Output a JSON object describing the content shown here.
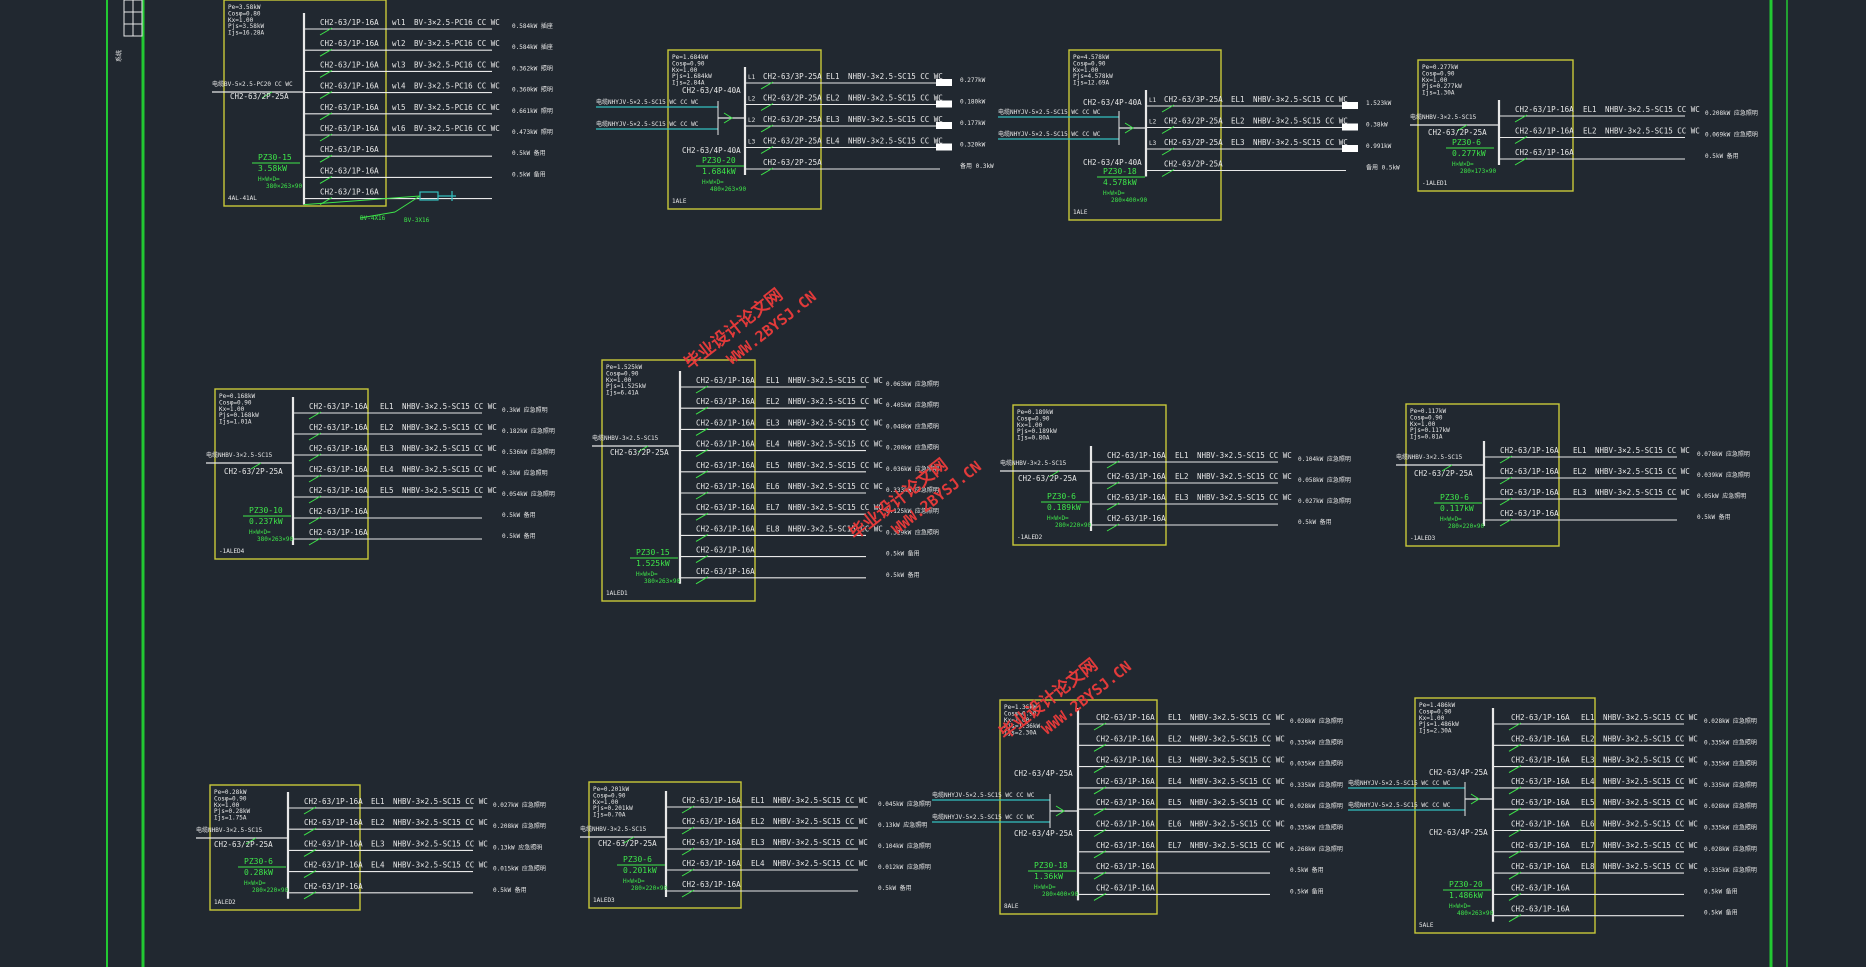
{
  "frame": {
    "colors": {
      "background": "#212830",
      "border": "#22c932",
      "box": "#c8c83a",
      "wire": "#e8e8e8",
      "feeder": "#33c0c0",
      "label": "#3ee64a",
      "watermark": "#e23a3a"
    },
    "side_title": "系统"
  },
  "watermarks": [
    {
      "line1": "毕业设计论文网",
      "line2": "WWW.2BYSJ.CN"
    },
    {
      "line1": "毕业设计论文网",
      "line2": "WWW.2BYSJ.CN"
    },
    {
      "line1": "毕业设计论文网",
      "line2": "WWW.2BYSJ.CN"
    }
  ],
  "panels": [
    {
      "id": "4al-41al",
      "params": [
        "Pe=3.58kW",
        "Cosφ=0.80",
        "Kx=1.00",
        "Pjs=3.58kW",
        "Ijs=16.28A"
      ],
      "incoming_label": "电缆BV-5×2.5-PC20 CC WC",
      "main_breaker": "CH2-63/2P-25A",
      "box_type": "PZ30-15",
      "box_power": "3.58kW",
      "box_size": "H×W×D=",
      "box_dims": "380×263×90",
      "panel_name": "4AL-41AL",
      "extras": [
        "BV-4X16",
        "BV-3X16"
      ],
      "circuits": [
        {
          "breaker": "CH2-63/1P-16A",
          "id": "wl1",
          "cable": "BV-3×2.5-PC16 CC WC",
          "load": "0.584kW 插座"
        },
        {
          "breaker": "CH2-63/1P-16A",
          "id": "wl2",
          "cable": "BV-3×2.5-PC16 CC WC",
          "load": "0.584kW 插座"
        },
        {
          "breaker": "CH2-63/1P-16A",
          "id": "wl3",
          "cable": "BV-3×2.5-PC16 CC WC",
          "load": "0.362kW 照明"
        },
        {
          "breaker": "CH2-63/1P-16A",
          "id": "wl4",
          "cable": "BV-3×2.5-PC16 CC WC",
          "load": "0.360kW 照明"
        },
        {
          "breaker": "CH2-63/1P-16A",
          "id": "wl5",
          "cable": "BV-3×2.5-PC16 CC WC",
          "load": "0.661kW 照明"
        },
        {
          "breaker": "CH2-63/1P-16A",
          "id": "wl6",
          "cable": "BV-3×2.5-PC16 CC WC",
          "load": "0.473kW 照明"
        },
        {
          "breaker": "CH2-63/1P-16A",
          "id": "",
          "cable": "",
          "load": "0.5kW 备用"
        },
        {
          "breaker": "CH2-63/1P-16A",
          "id": "",
          "cable": "",
          "load": "0.5kW 备用"
        },
        {
          "breaker": "CH2-63/1P-16A",
          "id": "",
          "cable": "",
          "load": ""
        }
      ]
    },
    {
      "id": "1ale",
      "params": [
        "Pe=1.684kW",
        "Cosφ=0.90",
        "Kx=1.00",
        "Pjs=1.684kW",
        "Ijs=2.84A"
      ],
      "feeders": [
        "电缆NHYJV-5×2.5-SC15 WC CC WC",
        "电缆NHYJV-5×2.5-SC15 WC CC WC"
      ],
      "main_breaker": "CH2-63/4P-40A",
      "main_breaker_2": "CH2-63/4P-40A",
      "box_type": "PZ30-20",
      "box_power": "1.684kW",
      "box_size": "H×W×D=",
      "box_dims": "480×263×90",
      "panel_name": "1ALE",
      "circuits": [
        {
          "phase": "L1",
          "breaker": "CH2-63/3P-25A",
          "id": "EL1",
          "cable": "NHBV-3×2.5-SC15 CC WC",
          "load": "0.277kW"
        },
        {
          "phase": "L2",
          "breaker": "CH2-63/2P-25A",
          "id": "EL2",
          "cable": "NHBV-3×2.5-SC15 CC WC",
          "load": "0.180kW"
        },
        {
          "phase": "L2",
          "breaker": "CH2-63/2P-25A",
          "id": "EL3",
          "cable": "NHBV-3×2.5-SC15 CC WC",
          "load": "0.177kW"
        },
        {
          "phase": "L3",
          "breaker": "CH2-63/2P-25A",
          "id": "EL4",
          "cable": "NHBV-3×2.5-SC15 CC WC",
          "load": "0.320kW"
        },
        {
          "phase": "",
          "breaker": "CH2-63/2P-25A",
          "id": "",
          "cable": "",
          "load": "备用 0.3kW"
        }
      ]
    },
    {
      "id": "1ale-b",
      "params": [
        "Pe=4.578kW",
        "Cosφ=0.90",
        "Kx=1.00",
        "Pjs=4.578kW",
        "Ijs=12.69A"
      ],
      "feeders": [
        "电缆NHYJV-5×2.5-SC15 WC CC WC",
        "电缆NHYJV-5×2.5-SC15 WC CC WC"
      ],
      "main_breaker": "CH2-63/4P-40A",
      "main_breaker_2": "CH2-63/4P-40A",
      "box_type": "PZ30-18",
      "box_power": "4.578kW",
      "box_size": "H×W×D=",
      "box_dims": "280×400×90",
      "panel_name": "1ALE",
      "circuits": [
        {
          "phase": "L1",
          "breaker": "CH2-63/3P-25A",
          "id": "EL1",
          "cable": "NHBV-3×2.5-SC15 CC WC",
          "load": "1.523kW"
        },
        {
          "phase": "L2",
          "breaker": "CH2-63/2P-25A",
          "id": "EL2",
          "cable": "NHBV-3×2.5-SC15 CC WC",
          "load": "0.38kW"
        },
        {
          "phase": "L3",
          "breaker": "CH2-63/2P-25A",
          "id": "EL3",
          "cable": "NHBV-3×2.5-SC15 CC WC",
          "load": "0.991kW"
        },
        {
          "phase": "",
          "breaker": "CH2-63/2P-25A",
          "id": "",
          "cable": "",
          "load": "备用 0.5kW"
        }
      ]
    },
    {
      "id": "1aled1",
      "params": [
        "Pe=0.277kW",
        "Cosφ=0.90",
        "Kx=1.00",
        "Pjs=0.277kW",
        "Ijs=1.30A"
      ],
      "incoming_label": "电缆NHBV-3×2.5-SC15",
      "main_breaker": "CH2-63/2P-25A",
      "box_type": "PZ30-6",
      "box_power": "0.277kW",
      "box_size": "H×W×D=",
      "box_dims": "280×173×90",
      "panel_name": "-1ALED1",
      "circuits": [
        {
          "breaker": "CH2-63/1P-16A",
          "id": "EL1",
          "cable": "NHBV-3×2.5-SC15 CC WC",
          "load": "0.208kW 应急照明"
        },
        {
          "breaker": "CH2-63/1P-16A",
          "id": "EL2",
          "cable": "NHBV-3×2.5-SC15 CC WC",
          "load": "0.069kW 应急照明"
        },
        {
          "breaker": "CH2-63/1P-16A",
          "id": "",
          "cable": "",
          "load": "0.5kW 备用"
        }
      ]
    },
    {
      "id": "1aled4",
      "params": [
        "Pe=0.168kW",
        "Cosφ=0.90",
        "Kx=1.00",
        "Pjs=0.168kW",
        "Ijs=1.01A"
      ],
      "incoming_label": "电缆NHBV-3×2.5-SC15",
      "main_breaker": "CH2-63/2P-25A",
      "box_type": "PZ30-10",
      "box_power": "0.237kW",
      "box_size": "H×W×D=",
      "box_dims": "380×263×90",
      "panel_name": "-1ALED4",
      "circuits": [
        {
          "breaker": "CH2-63/1P-16A",
          "id": "EL1",
          "cable": "NHBV-3×2.5-SC15 CC WC",
          "load": "0.3kW 应急照明"
        },
        {
          "breaker": "CH2-63/1P-16A",
          "id": "EL2",
          "cable": "NHBV-3×2.5-SC15 CC WC",
          "load": "0.182kW 应急照明"
        },
        {
          "breaker": "CH2-63/1P-16A",
          "id": "EL3",
          "cable": "NHBV-3×2.5-SC15 CC WC",
          "load": "0.536kW 应急照明"
        },
        {
          "breaker": "CH2-63/1P-16A",
          "id": "EL4",
          "cable": "NHBV-3×2.5-SC15 CC WC",
          "load": "0.3kW 应急照明"
        },
        {
          "breaker": "CH2-63/1P-16A",
          "id": "EL5",
          "cable": "NHBV-3×2.5-SC15 CC WC",
          "load": "0.054kW 应急照明"
        },
        {
          "breaker": "CH2-63/1P-16A",
          "id": "",
          "cable": "",
          "load": "0.5kW 备用"
        },
        {
          "breaker": "CH2-63/1P-16A",
          "id": "",
          "cable": "",
          "load": "0.5kW 备用"
        }
      ]
    },
    {
      "id": "1aled1-b",
      "params": [
        "Pe=1.525kW",
        "Cosφ=0.90",
        "Kx=1.00",
        "Pjs=1.525kW",
        "Ijs=6.41A"
      ],
      "incoming_label": "电缆NHBV-3×2.5-SC15",
      "main_breaker": "CH2-63/2P-25A",
      "box_type": "PZ30-15",
      "box_power": "1.525kW",
      "box_size": "H×W×D=",
      "box_dims": "380×263×90",
      "panel_name": "1ALED1",
      "circuits": [
        {
          "breaker": "CH2-63/1P-16A",
          "id": "EL1",
          "cable": "NHBV-3×2.5-SC15 CC WC",
          "load": "0.063kW 应急照明"
        },
        {
          "breaker": "CH2-63/1P-16A",
          "id": "EL2",
          "cable": "NHBV-3×2.5-SC15 CC WC",
          "load": "0.405kW 应急照明"
        },
        {
          "breaker": "CH2-63/1P-16A",
          "id": "EL3",
          "cable": "NHBV-3×2.5-SC15 CC WC",
          "load": "0.048kW 应急照明"
        },
        {
          "breaker": "CH2-63/1P-16A",
          "id": "EL4",
          "cable": "NHBV-3×2.5-SC15 CC WC",
          "load": "0.200kW 应急照明"
        },
        {
          "breaker": "CH2-63/1P-16A",
          "id": "EL5",
          "cable": "NHBV-3×2.5-SC15 CC WC",
          "load": "0.036kW 应急照明"
        },
        {
          "breaker": "CH2-63/1P-16A",
          "id": "EL6",
          "cable": "NHBV-3×2.5-SC15 CC WC",
          "load": "0.333kW 应急照明"
        },
        {
          "breaker": "CH2-63/1P-16A",
          "id": "EL7",
          "cable": "NHBV-3×2.5-SC15 CC WC",
          "load": "0.125kW 应急照明"
        },
        {
          "breaker": "CH2-63/1P-16A",
          "id": "EL8",
          "cable": "NHBV-3×2.5-SC15 CC WC",
          "load": "0.329kW 应急照明"
        },
        {
          "breaker": "CH2-63/1P-16A",
          "id": "",
          "cable": "",
          "load": "0.5kW 备用"
        },
        {
          "breaker": "CH2-63/1P-16A",
          "id": "",
          "cable": "",
          "load": "0.5kW 备用"
        }
      ]
    },
    {
      "id": "1aled2",
      "params": [
        "Pe=0.189kW",
        "Cosφ=0.90",
        "Kx=1.00",
        "Pjs=0.189kW",
        "Ijs=0.80A"
      ],
      "incoming_label": "电缆NHBV-3×2.5-SC15",
      "main_breaker": "CH2-63/2P-25A",
      "box_type": "PZ30-6",
      "box_power": "0.189kW",
      "box_size": "H×W×D=",
      "box_dims": "280×220×90",
      "panel_name": "-1ALED2",
      "circuits": [
        {
          "breaker": "CH2-63/1P-16A",
          "id": "EL1",
          "cable": "NHBV-3×2.5-SC15 CC WC",
          "load": "0.104kW 应急照明"
        },
        {
          "breaker": "CH2-63/1P-16A",
          "id": "EL2",
          "cable": "NHBV-3×2.5-SC15 CC WC",
          "load": "0.058kW 应急照明"
        },
        {
          "breaker": "CH2-63/1P-16A",
          "id": "EL3",
          "cable": "NHBV-3×2.5-SC15 CC WC",
          "load": "0.027kW 应急照明"
        },
        {
          "breaker": "CH2-63/1P-16A",
          "id": "",
          "cable": "",
          "load": "0.5kW 备用"
        }
      ]
    },
    {
      "id": "1aled3",
      "params": [
        "Pe=0.117kW",
        "Cosφ=0.90",
        "Kx=1.00",
        "Pjs=0.117kW",
        "Ijs=0.81A"
      ],
      "incoming_label": "电缆NHBV-3×2.5-SC15",
      "main_breaker": "CH2-63/2P-25A",
      "box_type": "PZ30-6",
      "box_power": "0.117kW",
      "box_size": "H×W×D=",
      "box_dims": "280×220×90",
      "panel_name": "-1ALED3",
      "circuits": [
        {
          "breaker": "CH2-63/1P-16A",
          "id": "EL1",
          "cable": "NHBV-3×2.5-SC15 CC WC",
          "load": "0.078kW 应急照明"
        },
        {
          "breaker": "CH2-63/1P-16A",
          "id": "EL2",
          "cable": "NHBV-3×2.5-SC15 CC WC",
          "load": "0.039kW 应急照明"
        },
        {
          "breaker": "CH2-63/1P-16A",
          "id": "EL3",
          "cable": "NHBV-3×2.5-SC15 CC WC",
          "load": "0.05kW 应急照明"
        },
        {
          "breaker": "CH2-63/1P-16A",
          "id": "",
          "cable": "",
          "load": "0.5kW 备用"
        }
      ]
    },
    {
      "id": "1aled2-b",
      "params": [
        "Pe=0.28kW",
        "Cosφ=0.90",
        "Kx=1.00",
        "Pjs=0.28kW",
        "Ijs=1.75A"
      ],
      "incoming_label": "电缆NHBV-3×2.5-SC15",
      "main_breaker": "CH2-63/2P-25A",
      "box_type": "PZ30-6",
      "box_power": "0.28kW",
      "box_size": "H×W×D=",
      "box_dims": "280×220×90",
      "panel_name": "1ALED2",
      "circuits": [
        {
          "breaker": "CH2-63/1P-16A",
          "id": "EL1",
          "cable": "NHBV-3×2.5-SC15 CC WC",
          "load": "0.027kW 应急照明"
        },
        {
          "breaker": "CH2-63/1P-16A",
          "id": "EL2",
          "cable": "NHBV-3×2.5-SC15 CC WC",
          "load": "0.208kW 应急照明"
        },
        {
          "breaker": "CH2-63/1P-16A",
          "id": "EL3",
          "cable": "NHBV-3×2.5-SC15 CC WC",
          "load": "0.13kW 应急照明"
        },
        {
          "breaker": "CH2-63/1P-16A",
          "id": "EL4",
          "cable": "NHBV-3×2.5-SC15 CC WC",
          "load": "0.015kW 应急照明"
        },
        {
          "breaker": "CH2-63/1P-16A",
          "id": "",
          "cable": "",
          "load": "0.5kW 备用"
        }
      ]
    },
    {
      "id": "1aled3-b",
      "params": [
        "Pe=0.201kW",
        "Cosφ=0.90",
        "Kx=1.00",
        "Pjs=0.201kW",
        "Ijs=0.70A"
      ],
      "incoming_label": "电缆NHBV-3×2.5-SC15",
      "main_breaker": "CH2-63/2P-25A",
      "box_type": "PZ30-6",
      "box_power": "0.201kW",
      "box_size": "H×W×D=",
      "box_dims": "280×220×90",
      "panel_name": "1ALED3",
      "circuits": [
        {
          "breaker": "CH2-63/1P-16A",
          "id": "EL1",
          "cable": "NHBV-3×2.5-SC15 CC WC",
          "load": "0.045kW 应急照明"
        },
        {
          "breaker": "CH2-63/1P-16A",
          "id": "EL2",
          "cable": "NHBV-3×2.5-SC15 CC WC",
          "load": "0.13kW 应急照明"
        },
        {
          "breaker": "CH2-63/1P-16A",
          "id": "EL3",
          "cable": "NHBV-3×2.5-SC15 CC WC",
          "load": "0.104kW 应急照明"
        },
        {
          "breaker": "CH2-63/1P-16A",
          "id": "EL4",
          "cable": "NHBV-3×2.5-SC15 CC WC",
          "load": "0.012kW 应急照明"
        },
        {
          "breaker": "CH2-63/1P-16A",
          "id": "",
          "cable": "",
          "load": "0.5kW 备用"
        }
      ]
    },
    {
      "id": "8ale",
      "params": [
        "Pe=1.36kW",
        "Cosφ=0.90",
        "Kx=1.00",
        "Pjs=1.36kW",
        "Ijs=2.30A"
      ],
      "feeders": [
        "电缆NHYJV-5×2.5-SC15 WC CC WC",
        "电缆NHYJV-5×2.5-SC15 WC CC WC"
      ],
      "main_breaker": "CH2-63/4P-25A",
      "main_breaker_2": "CH2-63/4P-25A",
      "box_type": "PZ30-18",
      "box_power": "1.36kW",
      "box_size": "H×W×D=",
      "box_dims": "280×400×90",
      "panel_name": "8ALE",
      "circuits": [
        {
          "breaker": "CH2-63/1P-16A",
          "id": "EL1",
          "cable": "NHBV-3×2.5-SC15 CC WC",
          "load": "0.028kW 应急照明"
        },
        {
          "breaker": "CH2-63/1P-16A",
          "id": "EL2",
          "cable": "NHBV-3×2.5-SC15 CC WC",
          "load": "0.335kW 应急照明"
        },
        {
          "breaker": "CH2-63/1P-16A",
          "id": "EL3",
          "cable": "NHBV-3×2.5-SC15 CC WC",
          "load": "0.035kW 应急照明"
        },
        {
          "breaker": "CH2-63/1P-16A",
          "id": "EL4",
          "cable": "NHBV-3×2.5-SC15 CC WC",
          "load": "0.335kW 应急照明"
        },
        {
          "breaker": "CH2-63/1P-16A",
          "id": "EL5",
          "cable": "NHBV-3×2.5-SC15 CC WC",
          "load": "0.028kW 应急照明"
        },
        {
          "breaker": "CH2-63/1P-16A",
          "id": "EL6",
          "cable": "NHBV-3×2.5-SC15 CC WC",
          "load": "0.335kW 应急照明"
        },
        {
          "breaker": "CH2-63/1P-16A",
          "id": "EL7",
          "cable": "NHBV-3×2.5-SC15 CC WC",
          "load": "0.268kW 应急照明"
        },
        {
          "breaker": "CH2-63/1P-16A",
          "id": "",
          "cable": "",
          "load": "0.5kW 备用"
        },
        {
          "breaker": "CH2-63/1P-16A",
          "id": "",
          "cable": "",
          "load": "0.5kW 备用"
        }
      ]
    },
    {
      "id": "5ale",
      "params": [
        "Pe=1.486kW",
        "Cosφ=0.90",
        "Kx=1.00",
        "Pjs=1.486kW",
        "Ijs=2.30A"
      ],
      "feeders": [
        "电缆NHYJV-5×2.5-SC15 WC CC WC",
        "电缆NHYJV-5×2.5-SC15 WC CC WC"
      ],
      "main_breaker": "CH2-63/4P-25A",
      "main_breaker_2": "CH2-63/4P-25A",
      "box_type": "PZ30-20",
      "box_power": "1.486kW",
      "box_size": "H×W×D=",
      "box_dims": "480×263×90",
      "panel_name": "5ALE",
      "circuits": [
        {
          "breaker": "CH2-63/1P-16A",
          "id": "EL1",
          "cable": "NHBV-3×2.5-SC15 CC WC",
          "load": "0.028kW 应急照明"
        },
        {
          "breaker": "CH2-63/1P-16A",
          "id": "EL2",
          "cable": "NHBV-3×2.5-SC15 CC WC",
          "load": "0.335kW 应急照明"
        },
        {
          "breaker": "CH2-63/1P-16A",
          "id": "EL3",
          "cable": "NHBV-3×2.5-SC15 CC WC",
          "load": "0.335kW 应急照明"
        },
        {
          "breaker": "CH2-63/1P-16A",
          "id": "EL4",
          "cable": "NHBV-3×2.5-SC15 CC WC",
          "load": "0.335kW 应急照明"
        },
        {
          "breaker": "CH2-63/1P-16A",
          "id": "EL5",
          "cable": "NHBV-3×2.5-SC15 CC WC",
          "load": "0.028kW 应急照明"
        },
        {
          "breaker": "CH2-63/1P-16A",
          "id": "EL6",
          "cable": "NHBV-3×2.5-SC15 CC WC",
          "load": "0.335kW 应急照明"
        },
        {
          "breaker": "CH2-63/1P-16A",
          "id": "EL7",
          "cable": "NHBV-3×2.5-SC15 CC WC",
          "load": "0.028kW 应急照明"
        },
        {
          "breaker": "CH2-63/1P-16A",
          "id": "EL8",
          "cable": "NHBV-3×2.5-SC15 CC WC",
          "load": "0.335kW 应急照明"
        },
        {
          "breaker": "CH2-63/1P-16A",
          "id": "",
          "cable": "",
          "load": "0.5kW 备用"
        },
        {
          "breaker": "CH2-63/1P-16A",
          "id": "",
          "cable": "",
          "load": "0.5kW 备用"
        }
      ]
    }
  ]
}
